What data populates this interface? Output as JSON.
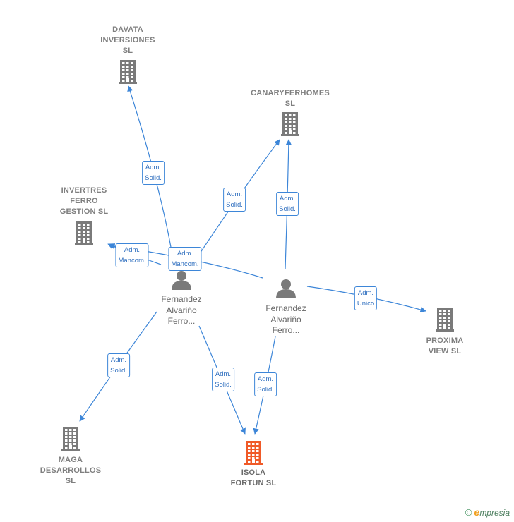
{
  "colors": {
    "edge": "#3d86d8",
    "company": "#7a7a7a",
    "company_main": "#f05a28",
    "person": "#7a7a7a"
  },
  "companies": [
    {
      "id": "davata",
      "label": "DAVATA\nINVERSIONES\nSL",
      "icon": "building-icon",
      "main": false
    },
    {
      "id": "canary",
      "label": "CANARYFERHOMES\nSL",
      "icon": "building-icon",
      "main": false
    },
    {
      "id": "invertres",
      "label": "INVERTRES\nFERRO\nGESTION SL",
      "icon": "building-icon",
      "main": false
    },
    {
      "id": "proxima",
      "label": "PROXIMA\nVIEW  SL",
      "icon": "building-icon",
      "main": false
    },
    {
      "id": "maga",
      "label": "MAGA\nDESARROLLOS\nSL",
      "icon": "building-icon",
      "main": false
    },
    {
      "id": "isola",
      "label": "ISOLA\nFORTUN  SL",
      "icon": "building-icon",
      "main": true
    }
  ],
  "persons": [
    {
      "id": "p1",
      "label": "Fernandez\nAlvariño\nFerro...",
      "icon": "person-icon"
    },
    {
      "id": "p2",
      "label": "Fernandez\nAlvariño\nFerro...",
      "icon": "person-icon"
    }
  ],
  "edges": [
    {
      "from": "p1",
      "to": "davata",
      "label": "Adm.\nSolid."
    },
    {
      "from": "p1",
      "to": "canary",
      "label": "Adm.\nSolid."
    },
    {
      "from": "p1",
      "to": "invertres",
      "label": "Adm.\nMancom."
    },
    {
      "from": "p2",
      "to": "invertres",
      "label": "Adm.\nMancom."
    },
    {
      "from": "p2",
      "to": "canary",
      "label": "Adm.\nSolid."
    },
    {
      "from": "p2",
      "to": "proxima",
      "label": "Adm.\nUnico"
    },
    {
      "from": "p1",
      "to": "maga",
      "label": "Adm.\nSolid."
    },
    {
      "from": "p1",
      "to": "isola",
      "label": "Adm.\nSolid."
    },
    {
      "from": "p2",
      "to": "isola",
      "label": "Adm.\nSolid."
    }
  ],
  "footer": {
    "copyright_symbol": "©",
    "brand_first": "e",
    "brand_rest": "mpresia"
  }
}
